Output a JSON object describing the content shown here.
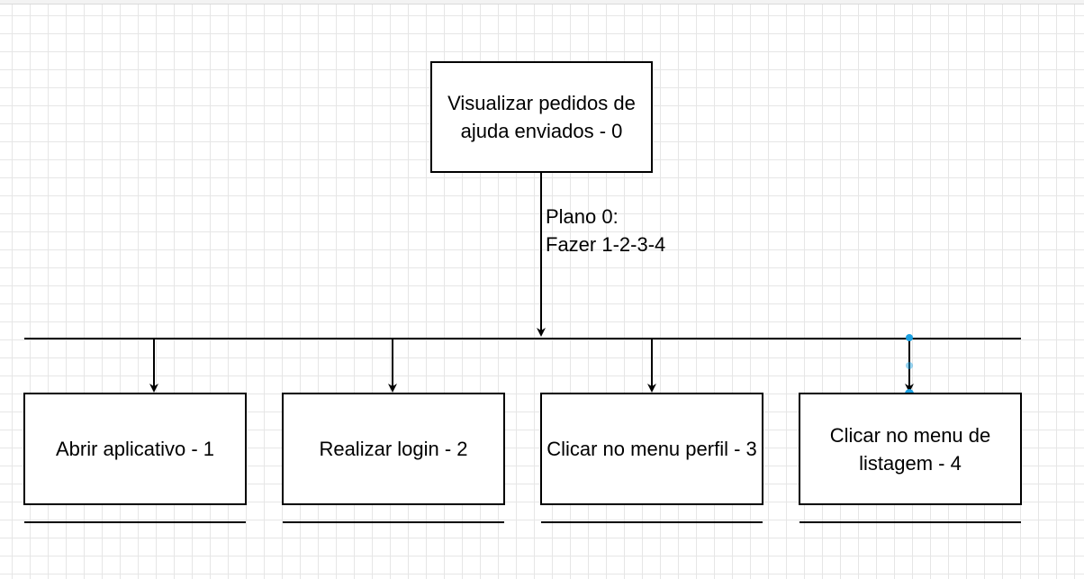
{
  "diagram": {
    "root": {
      "label": "Visualizar pedidos de ajuda enviados - 0"
    },
    "plan": {
      "line1": "Plano 0:",
      "line2": "Fazer 1-2-3-4"
    },
    "children": [
      {
        "label": "Abrir aplicativo - 1"
      },
      {
        "label": "Realizar login - 2"
      },
      {
        "label": "Clicar no menu perfil - 3"
      },
      {
        "label": "Clicar no menu de listagem - 4"
      }
    ]
  },
  "colors": {
    "stroke": "#000000",
    "selection_handle": "#1ba1e2",
    "grid": "#e6e6e6"
  }
}
